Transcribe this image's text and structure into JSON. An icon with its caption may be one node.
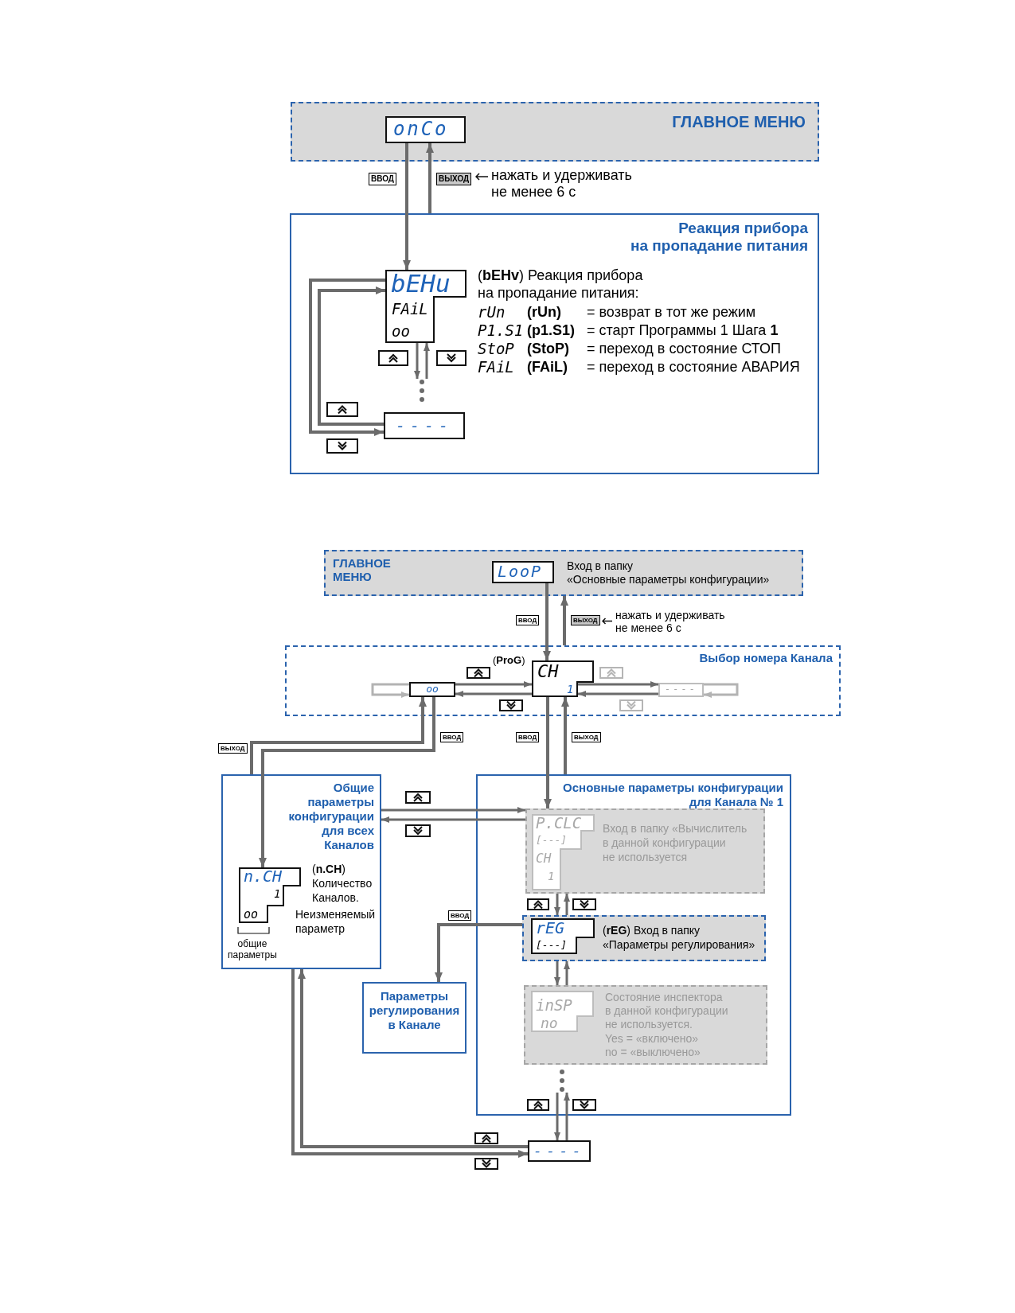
{
  "diagram": {
    "nodes": [
      {
        "text": [
          "ГЛАВНОЕ МЕНЮ"
        ]
      },
      {
        "text": [
          "onCo"
        ],
        "in": 0
      },
      {
        "text": [
          "Реакция прибора на пропадание питания"
        ]
      },
      {
        "text": [
          "bEHu",
          "FAiL",
          "oo"
        ],
        "in": 2,
        "beside": [
          "(**bEHv**) Реакция прибора на пропадание питания:",
          "rUn",
          "(rUn)",
          "= возврат в тот же режим",
          "P1.S1",
          "(p1.S1)",
          "= старт Программы 1 Шага **1**",
          "StoP",
          "(StoP)",
          "= переход в состояние СТОП",
          "FAiL",
          "(FAiL)",
          "= переход в состояние АВАРИЯ"
        ]
      },
      {
        "text": [
          "----"
        ],
        "in": 2
      },
      {
        "text": [
          "ГЛАВНОЕ МЕНЮ"
        ]
      },
      {
        "text": [
          "LooP"
        ],
        "in": 5,
        "beside": [
          "Вход в папку «Основные параметры конфигурации»"
        ]
      },
      {
        "text": [
          "Выбор номера Канала"
        ]
      },
      {
        "text": [
          "oo"
        ],
        "in": 7
      },
      {
        "text": [
          "CH",
          "1"
        ],
        "in": 7
      },
      {
        "text": [
          "----"
        ],
        "in": 7
      },
      {
        "text": [
          "Общие параметры конфигурации для всех Каналов"
        ]
      },
      {
        "text": [
          "n.CH",
          "1",
          "oo"
        ],
        "in": 11,
        "beside": [
          "(**n.CH**) Количество Каналов.",
          "Неизменяемый параметр",
          "общие параметры"
        ]
      },
      {
        "text": [
          "Основные параметры конфигурации для Канала № 1"
        ]
      },
      {
        "text": [
          "Вход в папку «Вычислитель в данной конфигурации не используется"
        ],
        "in": 13
      },
      {
        "text": [
          "P.CLC",
          "[---]",
          "CH",
          "1"
        ],
        "in": 14
      },
      {
        "text": [
          "(**rEG**) Вход в папку «Параметры регулирования»"
        ],
        "in": 13
      },
      {
        "text": [
          "rEG",
          "[---]"
        ],
        "in": 16
      },
      {
        "text": [
          "Состояние инспектора в данной конфигурации не используется.",
          "Yes = «включено»",
          "no = «выключено»"
        ],
        "in": 13
      },
      {
        "text": [
          "inSP",
          "no"
        ],
        "in": 18
      },
      {
        "text": [
          "----"
        ]
      },
      {
        "text": [
          "Параметры регулирования в Канале"
        ]
      },
      {
        "text": [],
        "shape": "dots",
        "in": 2
      },
      {
        "text": [],
        "shape": "dots",
        "in": 13
      }
    ],
    "edges": [
      {
        "from": 1,
        "to": 3,
        "arrow": "to",
        "label": "ВВОД"
      },
      {
        "from": 2,
        "to": 1,
        "arrow": "to",
        "label": "ВЫХОД"
      },
      {
        "from": 3,
        "to": 22,
        "arrow": "to"
      },
      {
        "from": 22,
        "to": 3,
        "arrow": "to"
      },
      {
        "from": 4,
        "to": 3,
        "arrow": "to"
      },
      {
        "from": 3,
        "to": 4,
        "arrow": "to"
      },
      {
        "from": 6,
        "to": 9,
        "arrow": "to",
        "label": "ВВОД"
      },
      {
        "from": 7,
        "to": 5,
        "arrow": "to",
        "label": "ВЫХОД"
      },
      {
        "from": 8,
        "to": 9,
        "arrow": "to"
      },
      {
        "from": 9,
        "to": 8,
        "arrow": "to"
      },
      {
        "from": 9,
        "to": 10,
        "arrow": "to"
      },
      {
        "from": 10,
        "to": 9,
        "arrow": "to"
      },
      {
        "from": 8,
        "to": 8,
        "arrow": "to",
        "color": "#b3b3b3"
      },
      {
        "from": 10,
        "to": 10,
        "arrow": "to",
        "color": "#b3b3b3"
      },
      {
        "from": 9,
        "to": 14,
        "arrow": "to",
        "label": "ВВОД"
      },
      {
        "from": 13,
        "to": 9,
        "arrow": "to",
        "label": "ВЫХОД"
      },
      {
        "from": 8,
        "to": 12,
        "arrow": "to",
        "label": "ВВОД"
      },
      {
        "from": 11,
        "to": 8,
        "arrow": "to",
        "label": "ВЫХОД"
      },
      {
        "from": 11,
        "to": 14,
        "arrow": "to"
      },
      {
        "from": 14,
        "to": 11,
        "arrow": "to"
      },
      {
        "from": 14,
        "to": 16,
        "arrow": "to"
      },
      {
        "from": 16,
        "to": 14,
        "arrow": "to"
      },
      {
        "from": 16,
        "to": 18,
        "arrow": "to"
      },
      {
        "from": 18,
        "to": 16,
        "arrow": "to"
      },
      {
        "from": 16,
        "to": 21,
        "arrow": "to",
        "label": "ВВОД"
      },
      {
        "from": 23,
        "to": 20,
        "arrow": "to"
      },
      {
        "from": 20,
        "to": 23,
        "arrow": "to"
      },
      {
        "from": 20,
        "to": 11,
        "arrow": "to"
      },
      {
        "from": 11,
        "to": 20,
        "arrow": "to"
      }
    ],
    "labels": [
      "нажать и удерживать не менее 6 с",
      "нажать и удерживать не менее 6 с",
      "(**ProG**)"
    ]
  }
}
